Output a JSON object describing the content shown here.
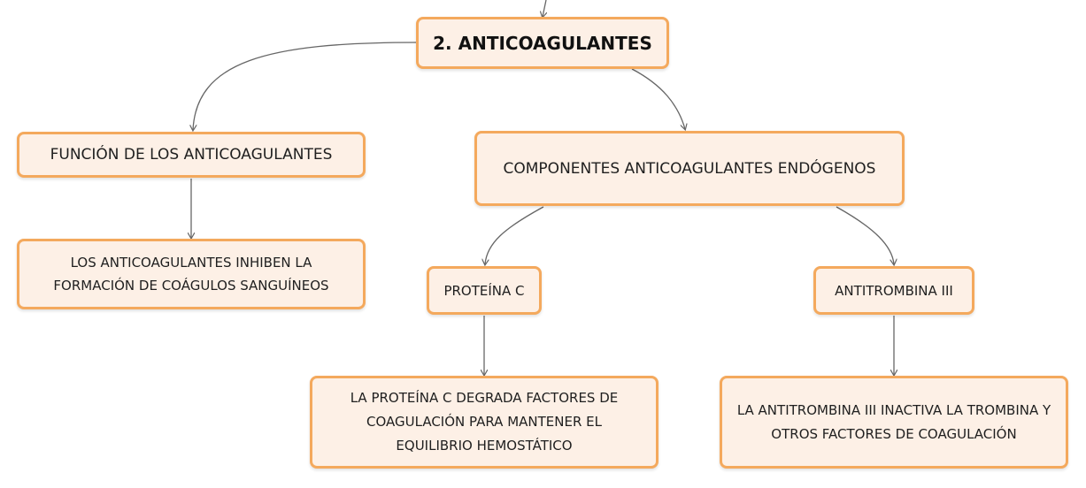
{
  "diagram": {
    "root": "2. ANTICOAGULANTES",
    "nodes": {
      "funcion": "FUNCIÓN DE LOS ANTICOAGULANTES",
      "inhiben": "LOS ANTICOAGULANTES INHIBEN LA FORMACIÓN DE COÁGULOS SANGUÍNEOS",
      "componentes": "COMPONENTES ANTICOAGULANTES ENDÓGENOS",
      "proteina_c": "PROTEÍNA C",
      "proteina_c_desc": "LA PROTEÍNA C DEGRADA FACTORES DE COAGULACIÓN PARA MANTENER EL EQUILIBRIO HEMOSTÁTICO",
      "antitrombina": "ANTITROMBINA III",
      "antitrombina_desc": "LA ANTITROMBINA III INACTIVA LA TROMBINA Y OTROS FACTORES DE COAGULACIÓN"
    },
    "edges": [
      {
        "from": "parent",
        "to": "root"
      },
      {
        "from": "root",
        "to": "funcion"
      },
      {
        "from": "root",
        "to": "componentes"
      },
      {
        "from": "funcion",
        "to": "inhiben"
      },
      {
        "from": "componentes",
        "to": "proteina_c"
      },
      {
        "from": "componentes",
        "to": "antitrombina"
      },
      {
        "from": "proteina_c",
        "to": "proteina_c_desc"
      },
      {
        "from": "antitrombina",
        "to": "antitrombina_desc"
      }
    ],
    "colors": {
      "node_fill": "#fdf0e6",
      "node_border": "#f4a95d",
      "connector": "#666666",
      "text": "#1f1f1f"
    }
  }
}
